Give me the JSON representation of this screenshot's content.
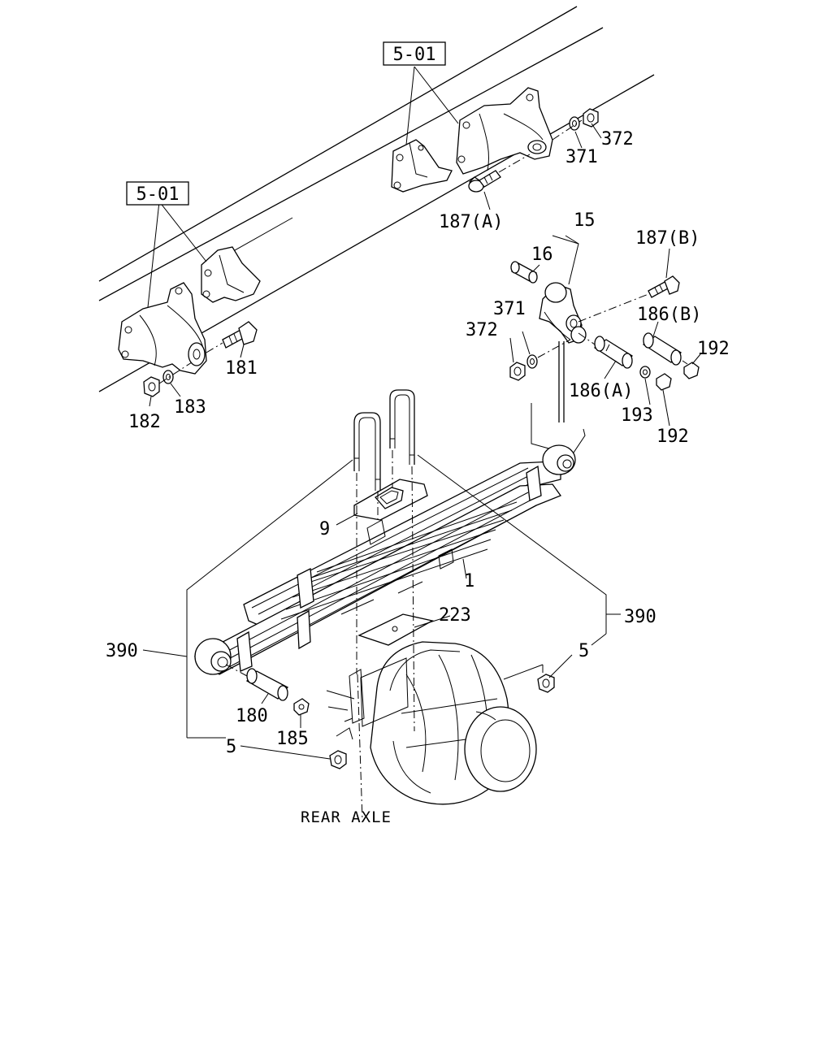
{
  "diagram": {
    "labels": {
      "ref_top": "5-01",
      "ref_left": "5-01",
      "p187a": "187(A)",
      "p372_top": "372",
      "p371_top": "371",
      "p15": "15",
      "p16": "16",
      "p187b": "187(B)",
      "p186b": "186(B)",
      "p371_mid": "371",
      "p372_mid": "372",
      "p192_top": "192",
      "p186a": "186(A)",
      "p193": "193",
      "p192_bot": "192",
      "p181": "181",
      "p182": "182",
      "p183": "183",
      "p9": "9",
      "p1": "1",
      "p223": "223",
      "p390_right": "390",
      "p390_left": "390",
      "p5_right": "5",
      "p5_left": "5",
      "p180": "180",
      "p185": "185",
      "rear_axle": "REAR AXLE"
    }
  }
}
